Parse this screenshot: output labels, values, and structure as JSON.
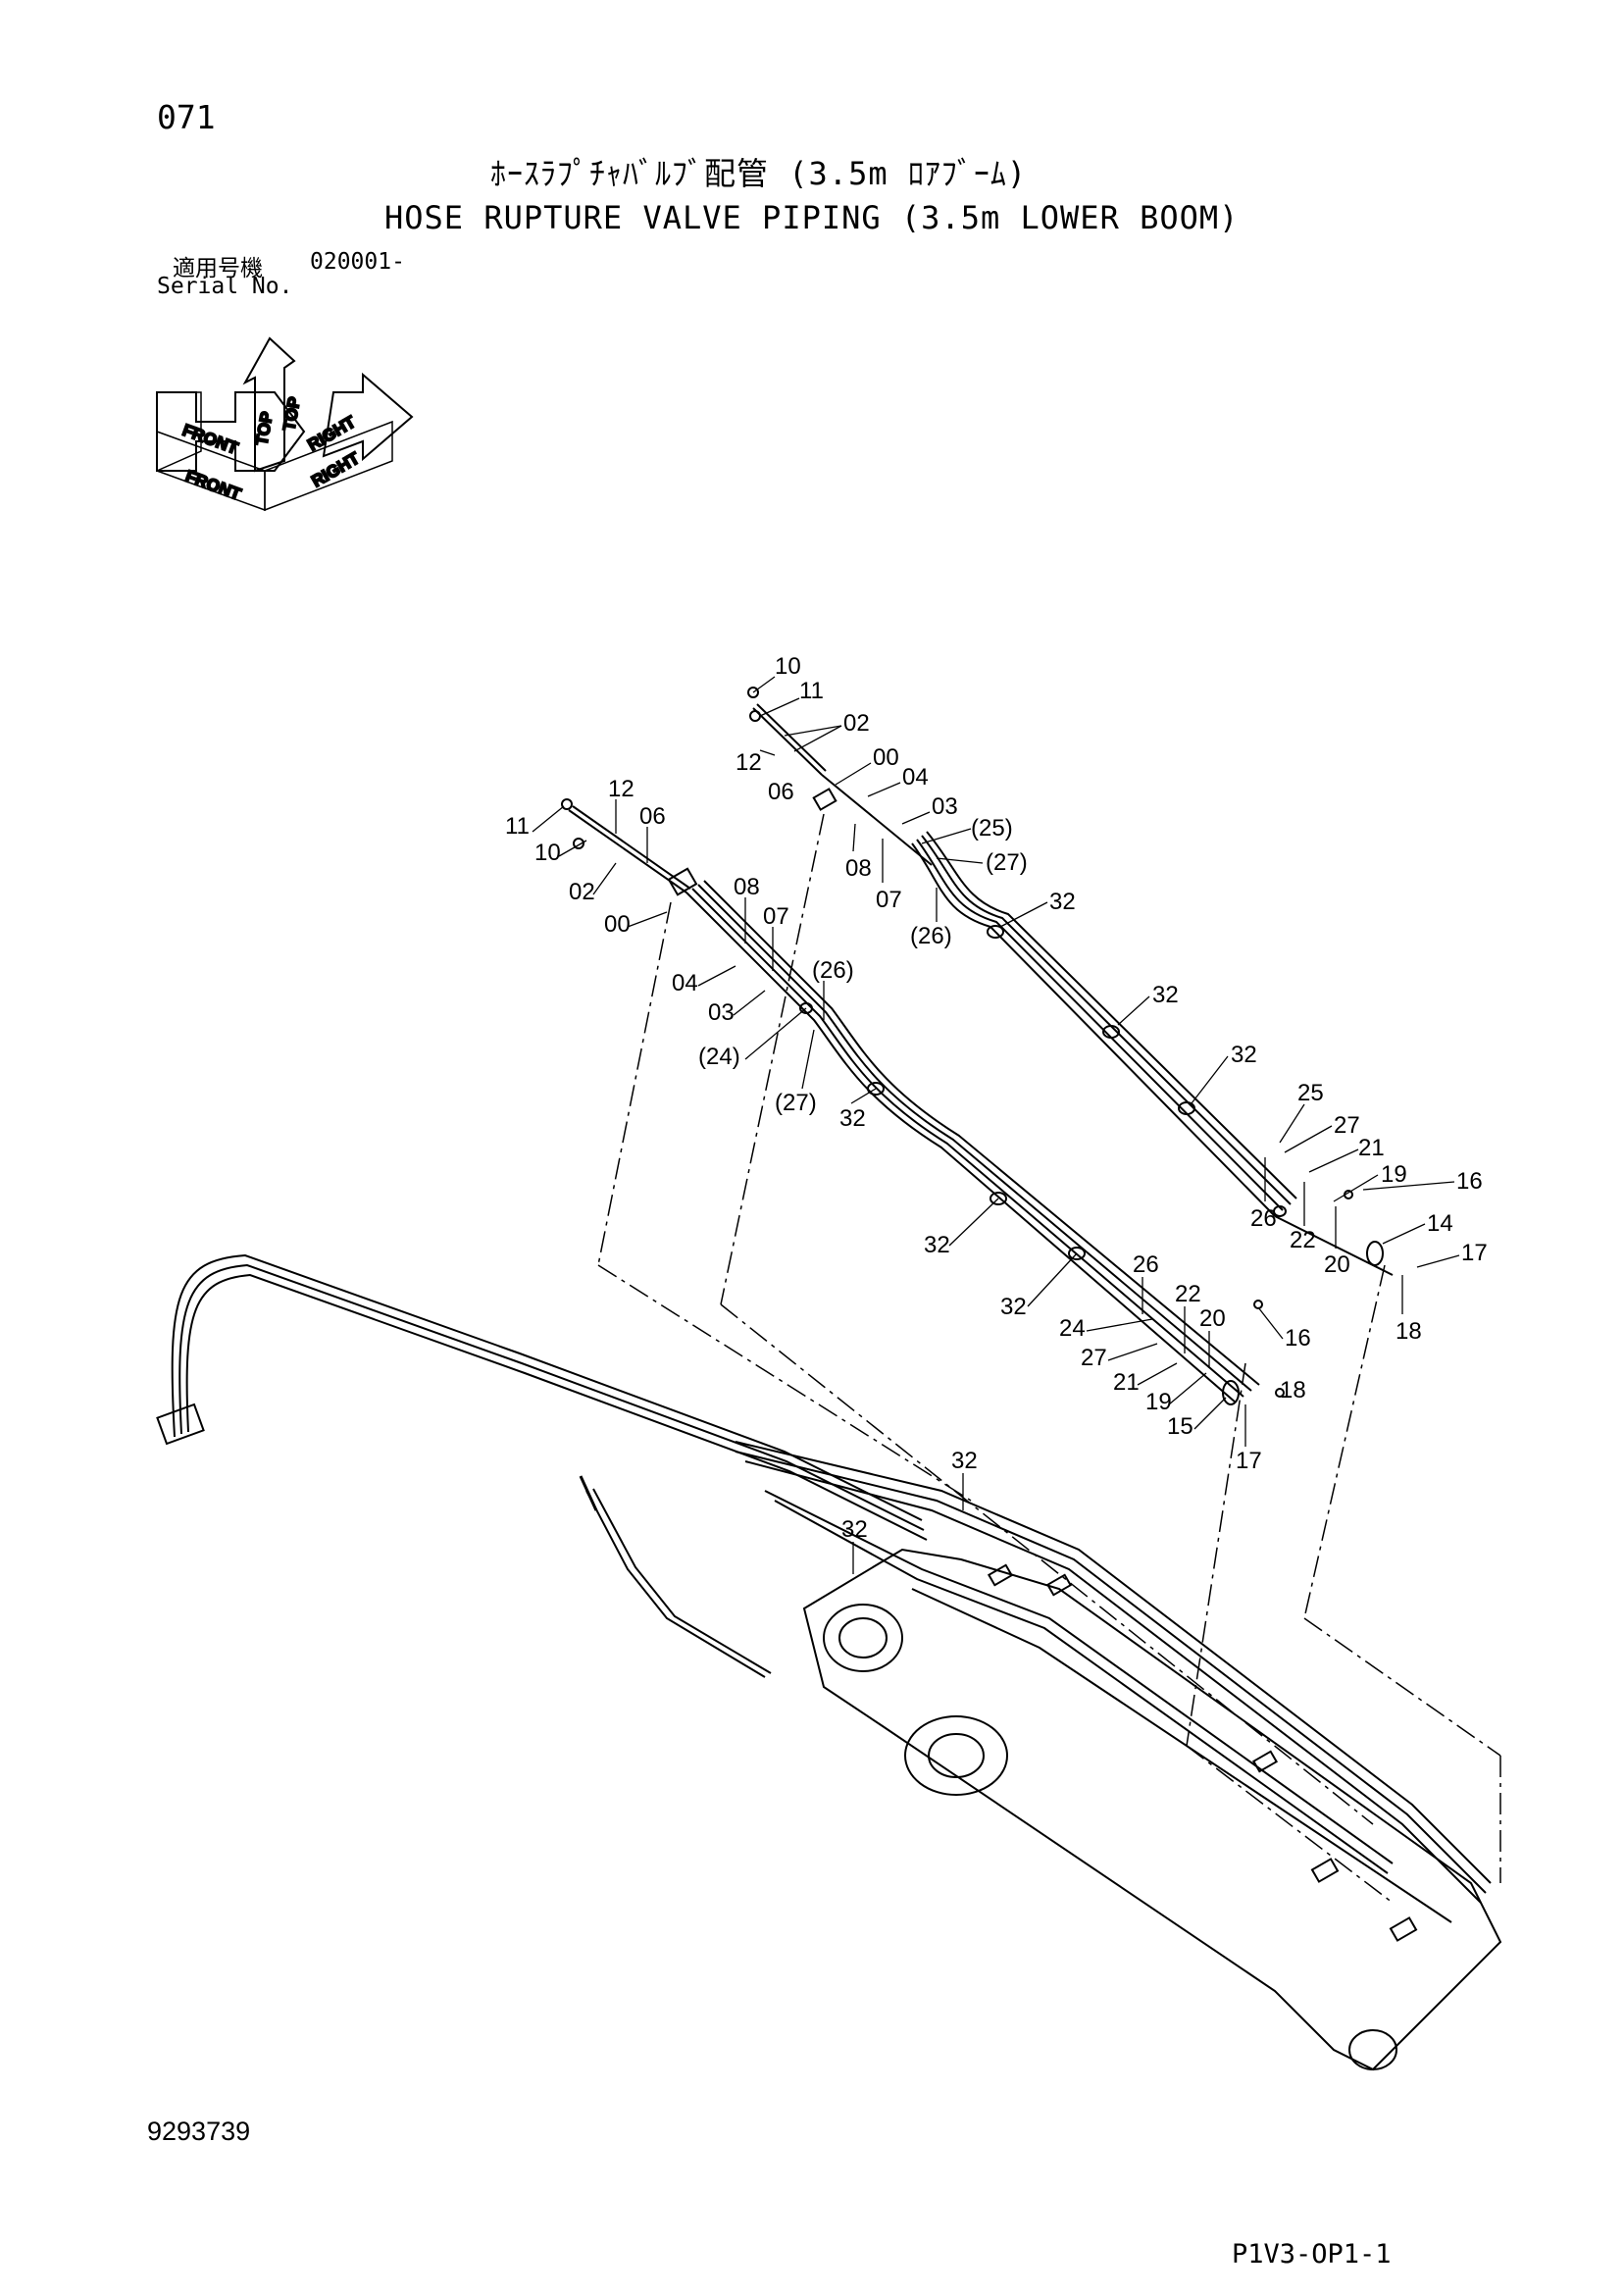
{
  "page": {
    "number": "071",
    "doc_number": "9293739",
    "sheet_code": "P1V3-OP1-1"
  },
  "title": {
    "jp": "ﾎｰｽﾗﾌﾟﾁｬﾊﾞﾙﾌﾞ配管 (3.5m ﾛｱﾌﾞｰﾑ)",
    "en": "HOSE RUPTURE VALVE PIPING (3.5m LOWER BOOM)"
  },
  "serial": {
    "label_jp": "適用号機",
    "value": "020001-",
    "label_en": "Serial No."
  },
  "orientation": {
    "top": "TOP",
    "front": "FRONT",
    "right": "RIGHT"
  },
  "callouts": {
    "u10": "10",
    "u11": "11",
    "u12": "12",
    "u02": "02",
    "u00": "00",
    "u04": "04",
    "u06": "06",
    "u03": "03",
    "u25": "(25)",
    "u08": "08",
    "u27": "(27)",
    "u07": "07",
    "u32a": "32",
    "u26": "(26)",
    "u32b": "32",
    "u32c": "32",
    "r25": "25",
    "r27": "27",
    "r21": "21",
    "r19": "19",
    "r16": "16",
    "r26": "26",
    "r22": "22",
    "r14": "14",
    "r20": "20",
    "r17": "17",
    "r18": "18",
    "l12": "12",
    "l11": "11",
    "l06": "06",
    "l10": "10",
    "l02": "02",
    "l00": "00",
    "l08": "08",
    "l07": "07",
    "l26": "(26)",
    "l04": "04",
    "l03": "03",
    "l24": "(24)",
    "l27": "(27)",
    "l32a": "32",
    "l32b": "32",
    "l32c": "32",
    "b26": "26",
    "b22": "22",
    "b20": "20",
    "b24": "24",
    "b16": "16",
    "b27": "27",
    "b21": "21",
    "b19": "19",
    "b18": "18",
    "b15": "15",
    "b17": "17",
    "m32a": "32",
    "m32b": "32"
  }
}
